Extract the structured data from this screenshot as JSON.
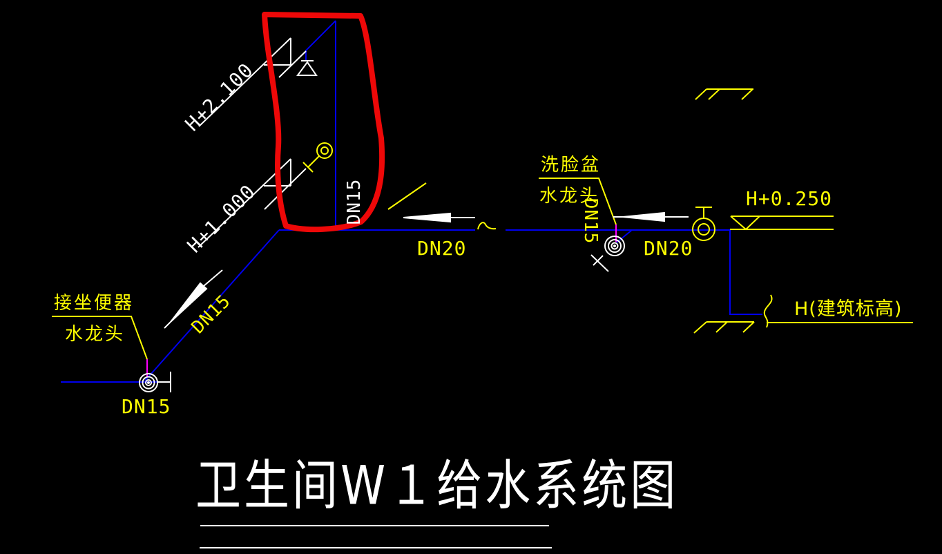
{
  "drawing": {
    "title": "卫生间W１给水系统图",
    "type": "water-supply-system-diagram"
  },
  "colors": {
    "background": "#000000",
    "pipe_blue": "#0000ee",
    "annotation_yellow": "#ffff00",
    "detail_white": "#ffffff",
    "connector_magenta": "#ff00ff",
    "highlight_red": "#ee0808"
  },
  "labels": {
    "elevation_top": "H+2.100",
    "elevation_mid": "H+1.000",
    "elevation_right": "H+0.250",
    "elevation_datum": "H(建筑标高)",
    "riser_dn": "DN15",
    "toilet_branch_dn": "DN15",
    "toilet_outlet_dn": "DN15",
    "basin_dn": "DN15",
    "main_dn_mid": "DN20",
    "main_dn_right": "DN20",
    "toilet_fixture_line1": "接坐便器",
    "toilet_fixture_line2": "水龙头",
    "basin_fixture_line1": "洗脸盆",
    "basin_fixture_line2": "水龙头"
  }
}
